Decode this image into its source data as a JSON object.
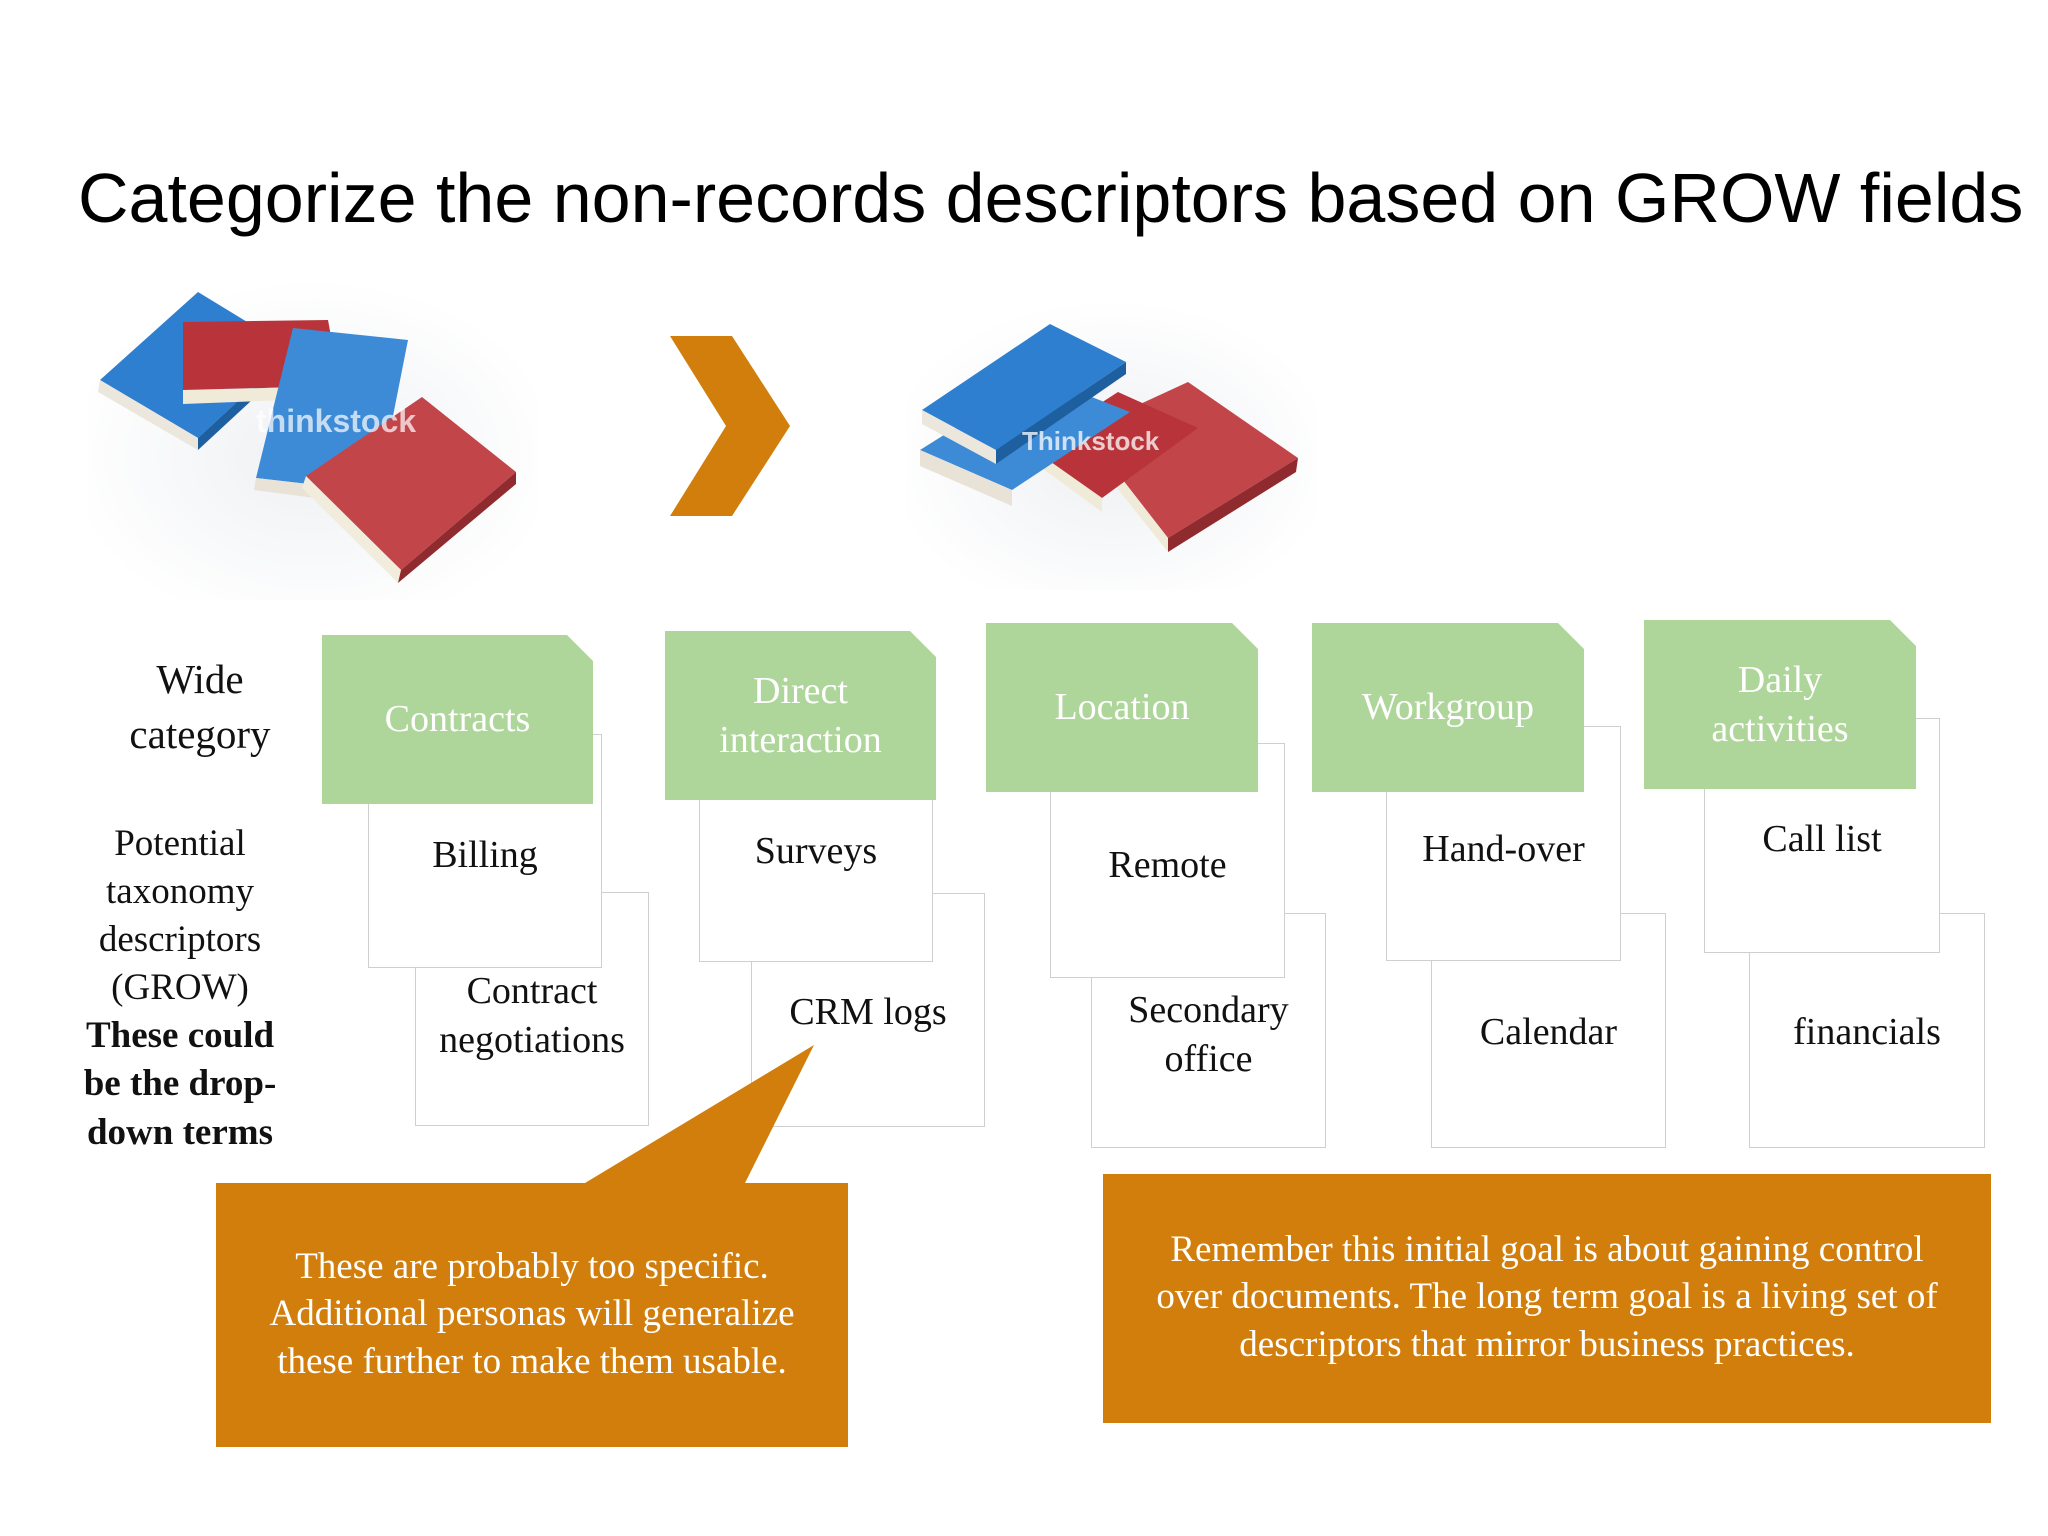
{
  "slide": {
    "title": "Categorize the non-records descriptors based on GROW fields"
  },
  "images": {
    "left": {
      "description": "scattered books",
      "watermark": "thinkstock"
    },
    "right": {
      "description": "stacked books",
      "watermark": "Thinkstock"
    }
  },
  "row_labels": {
    "wide": [
      "Wide",
      "category"
    ],
    "potential": [
      "Potential",
      "taxonomy",
      "descriptors",
      "(GROW)"
    ],
    "potential_bold": [
      "These could",
      "be the drop-",
      "down terms"
    ]
  },
  "categories": [
    {
      "label": [
        "Contracts"
      ],
      "descriptors": [
        [
          "Billing"
        ],
        [
          "Contract",
          "negotiations"
        ]
      ]
    },
    {
      "label": [
        "Direct",
        "interaction"
      ],
      "descriptors": [
        [
          "Surveys"
        ],
        [
          "CRM logs"
        ]
      ]
    },
    {
      "label": [
        "Location"
      ],
      "descriptors": [
        [
          "Remote"
        ],
        [
          "Secondary",
          "office"
        ]
      ]
    },
    {
      "label": [
        "Workgroup"
      ],
      "descriptors": [
        [
          "Hand-over"
        ],
        [
          "Calendar"
        ]
      ]
    },
    {
      "label": [
        "Daily",
        "activities"
      ],
      "descriptors": [
        [
          "Call list"
        ],
        [
          "financials"
        ]
      ]
    }
  ],
  "callouts": {
    "left": [
      "These are probably too specific.",
      "Additional personas will generalize",
      "these further to make them usable."
    ],
    "right": [
      "Remember this initial goal is about gaining control",
      "over documents. The long term goal is a living set of",
      "descriptors that mirror business practices."
    ]
  },
  "colors": {
    "category_green": "#aed59a",
    "callout_orange": "#d17e0c",
    "book_blue": "#2e7fd0",
    "book_red": "#b8343a"
  }
}
